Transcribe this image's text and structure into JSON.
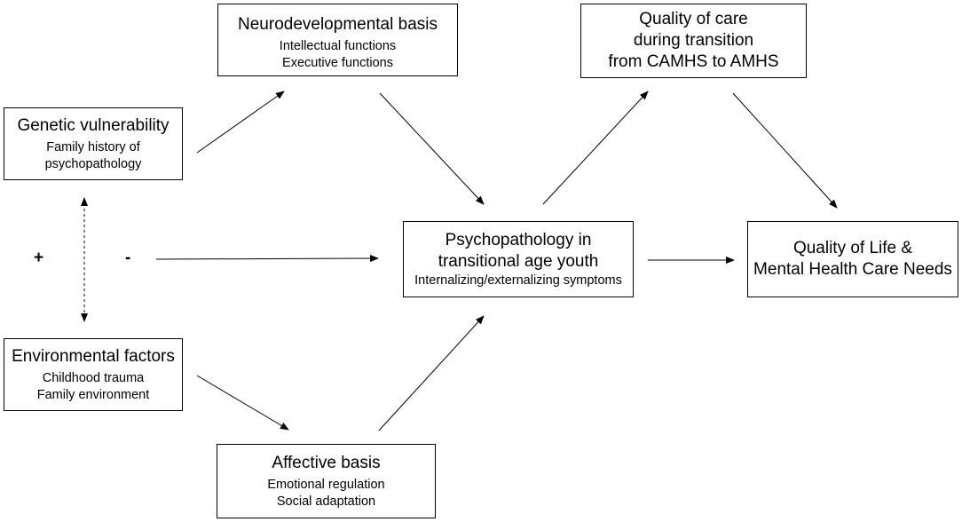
{
  "nodes": {
    "neuro": {
      "title": "Neurodevelopmental basis",
      "details": [
        "Intellectual functions",
        "Executive functions"
      ]
    },
    "quality_care": {
      "title_lines": [
        "Quality of care",
        "during transition",
        "from CAMHS to AMHS"
      ]
    },
    "genetic": {
      "title": "Genetic vulnerability",
      "details": [
        "Family history of",
        "psychopathology"
      ]
    },
    "psychopathology": {
      "title_lines": [
        "Psychopathology in",
        "transitional age youth"
      ],
      "details": [
        "Internalizing/externalizing symptoms"
      ]
    },
    "qol": {
      "title_lines": [
        "Quality of Life &",
        "Mental Health Care Needs"
      ]
    },
    "environmental": {
      "title": "Environmental factors",
      "details": [
        "Childhood trauma",
        "Family environment"
      ]
    },
    "affective": {
      "title": "Affective basis",
      "details": [
        "Emotional regulation",
        "Social adaptation"
      ]
    }
  },
  "signs": {
    "plus": "+",
    "minus": "-"
  }
}
